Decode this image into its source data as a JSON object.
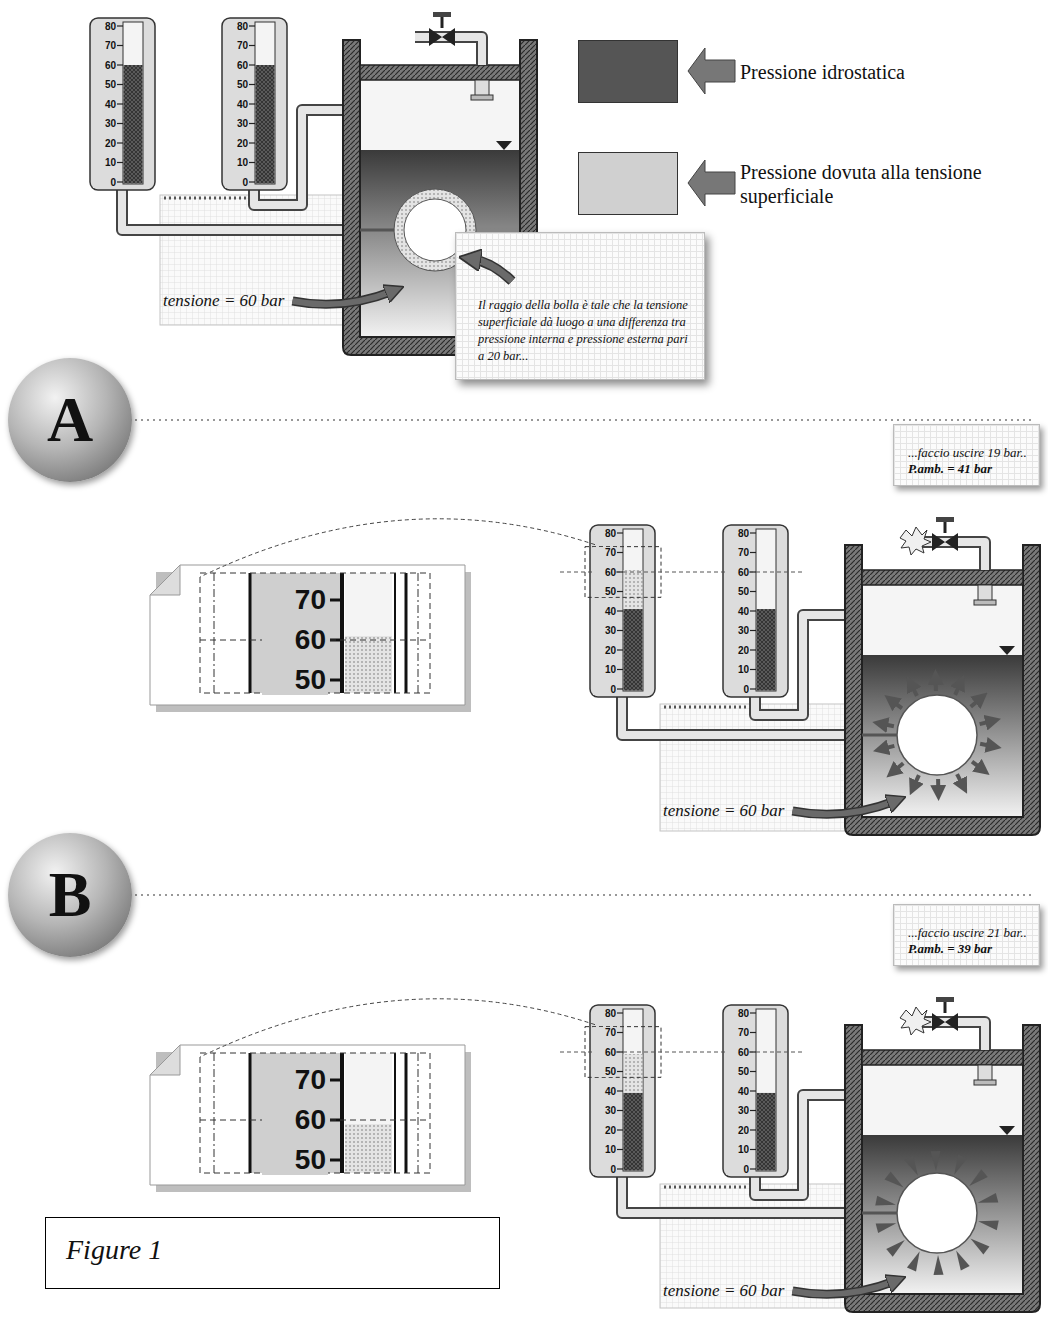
{
  "diagram": {
    "caption": "Figure 1",
    "nodes": [
      {
        "text": [
          "Il raggio della bolla è tale che la tensione superficiale dà luogo a una differenza tra pressione interna e pressione esterna pari a 20 bar..."
        ]
      },
      {
        "text": [
          "tensione = 60 bar"
        ]
      },
      {
        "text": [
          "A"
        ]
      },
      {
        "text": [
          "...faccio uscire 19 bar..",
          "P.amb. = 41 bar"
        ]
      },
      {
        "text": [
          "tensione = 60 bar"
        ]
      },
      {
        "text": [
          "B"
        ]
      },
      {
        "text": [
          "...faccio uscire 21 bar..",
          "P.amb. = 39 bar"
        ]
      },
      {
        "text": [
          "tensione = 60 bar"
        ]
      },
      {
        "text": [
          "Figure 1"
        ]
      }
    ],
    "labels": [
      "80",
      "70",
      "60",
      "50",
      "40",
      "30",
      "20",
      "10",
      "0",
      "80",
      "70",
      "60",
      "50",
      "40",
      "30",
      "20",
      "10",
      "0",
      "80",
      "70",
      "60",
      "50",
      "40",
      "30",
      "20",
      "10",
      "0",
      "80",
      "70",
      "60",
      "50",
      "40",
      "30",
      "20",
      "10",
      "0",
      "80",
      "70",
      "60",
      "50",
      "40",
      "30",
      "20",
      "10",
      "0",
      "80",
      "70",
      "60",
      "50",
      "40",
      "30",
      "20",
      "10",
      "0",
      "70",
      "60",
      "50",
      "70",
      "60",
      "50"
    ],
    "legend": [
      {
        "text": "Pressione idrostatica",
        "color": "#555555"
      },
      {
        "text": "Pressione dovuta alla tensione superficiale",
        "color": "#d0d0d0"
      }
    ]
  }
}
